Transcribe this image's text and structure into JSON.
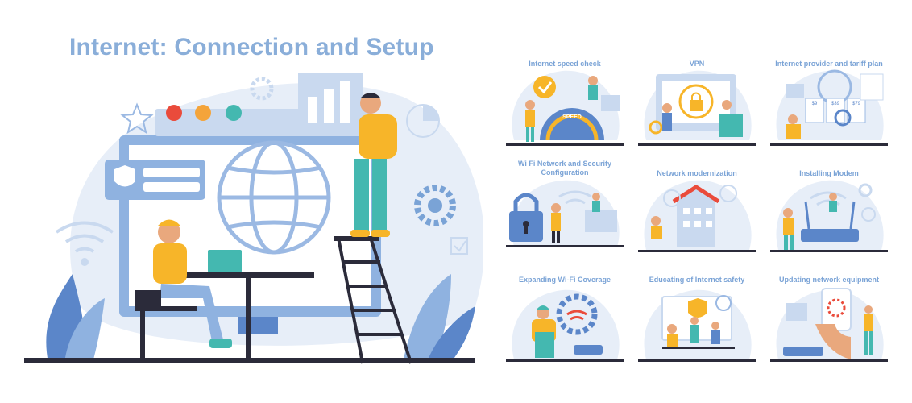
{
  "title": "Internet: Connection and Setup",
  "tiles": [
    {
      "title": "Internet speed check",
      "speed_label": "SPEED"
    },
    {
      "title": "VPN"
    },
    {
      "title": "Internet provider and tariff plan",
      "prices": [
        "$9",
        "$39",
        "$79"
      ]
    },
    {
      "title": "Wi Fi Network and Security Configuration"
    },
    {
      "title": "Network modernization"
    },
    {
      "title": "Installing Modem"
    },
    {
      "title": "Expanding Wi-Fi Coverage"
    },
    {
      "title": "Educating of Internet safety"
    },
    {
      "title": "Updating network equipment"
    }
  ],
  "colors": {
    "title": "#8aaed9",
    "blue": "#5b86c9",
    "light_blue": "#c9d9ef",
    "pale": "#e7eef8",
    "yellow": "#f7b529",
    "teal": "#44b8b0",
    "red": "#ea4b3b",
    "orange": "#f4a43a",
    "dark": "#2b2b3a"
  }
}
